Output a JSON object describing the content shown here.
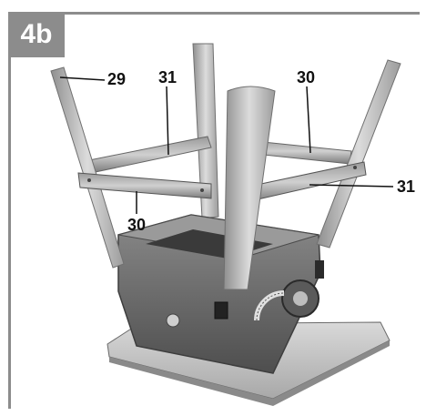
{
  "figure": {
    "badge": "4b",
    "callouts": {
      "c29": "29",
      "c31_left": "31",
      "c30_top": "30",
      "c31_right": "31",
      "c30_left": "30"
    }
  },
  "colors": {
    "frame": "#8c8c8c",
    "metal_light": "#d4d4d4",
    "metal_mid": "#a9a9a9",
    "metal_dark": "#5e5e5e",
    "housing": "#6f6f6f"
  }
}
